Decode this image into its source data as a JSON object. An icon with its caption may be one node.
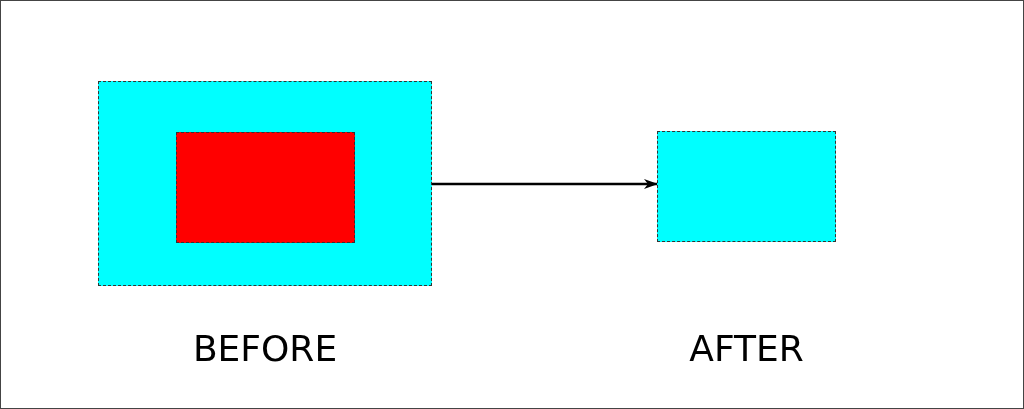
{
  "diagram": {
    "nodes": [
      {
        "text": [],
        "shape": "box",
        "beside": [
          "BEFORE"
        ]
      },
      {
        "text": [],
        "shape": "box",
        "in": 0
      },
      {
        "text": [],
        "shape": "box",
        "beside": [
          "AFTER"
        ]
      }
    ],
    "edges": [
      {
        "from": 0,
        "to": 2,
        "arrow": "to"
      }
    ]
  }
}
